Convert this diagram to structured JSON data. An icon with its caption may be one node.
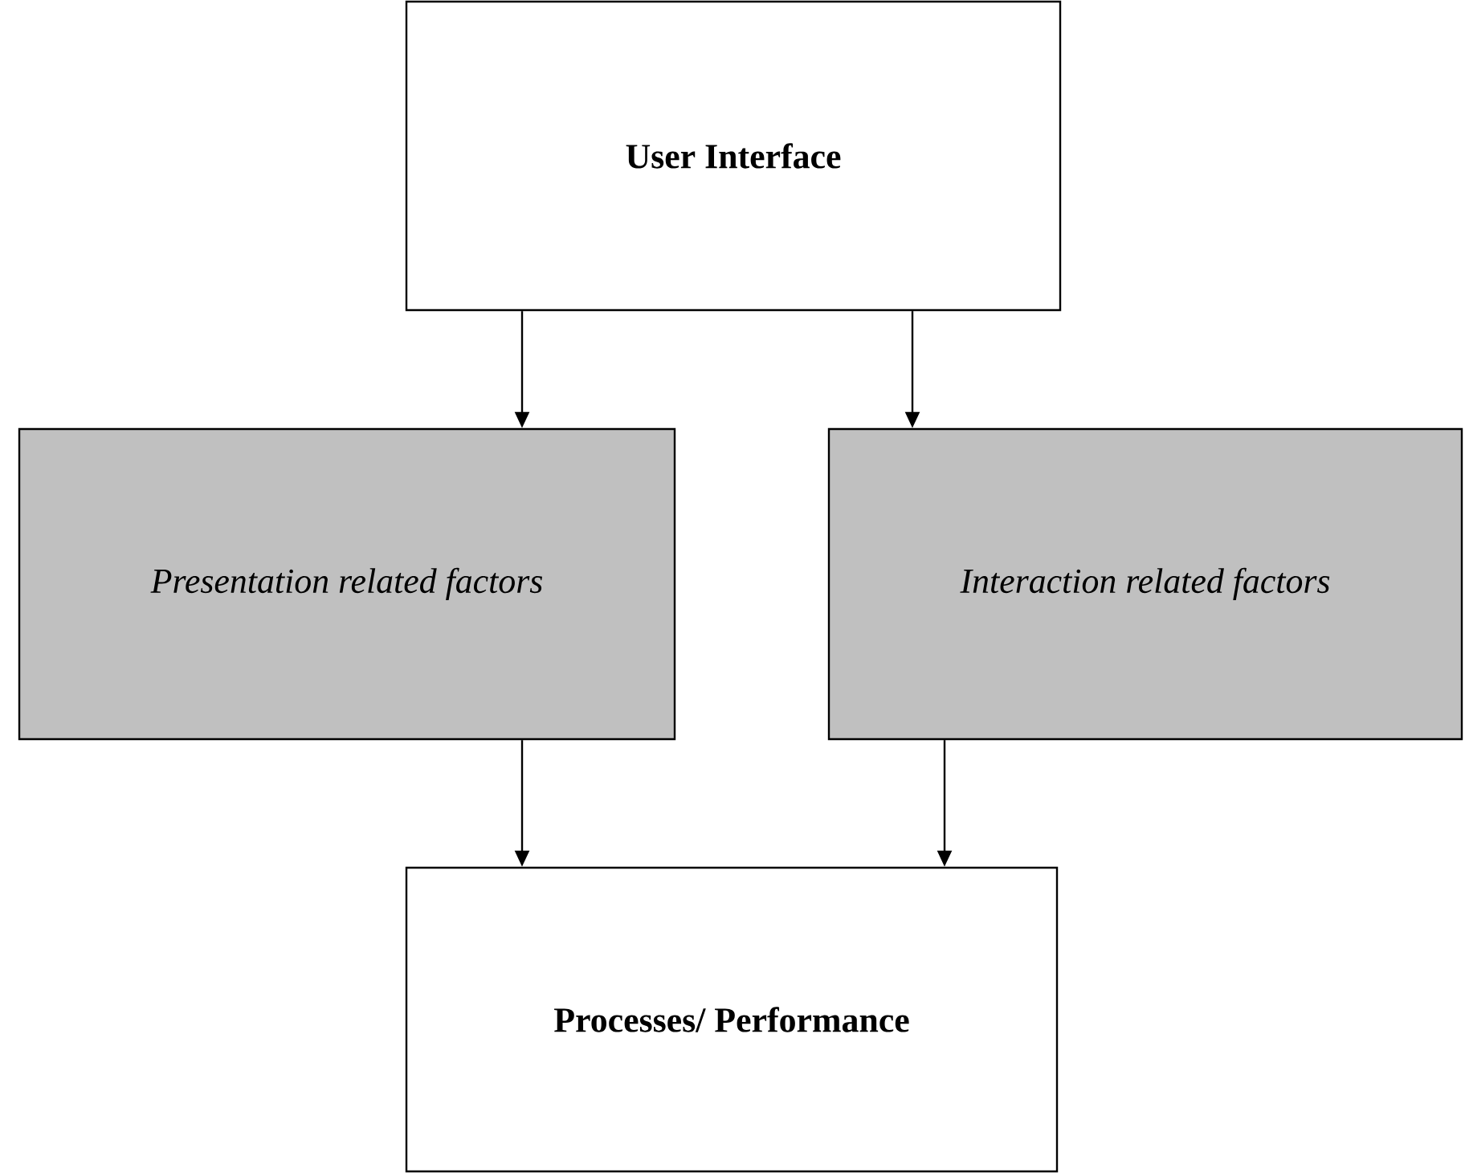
{
  "diagram": {
    "nodes": [
      {
        "text": [
          "User Interface"
        ]
      },
      {
        "text": [
          "Presentation related factors"
        ]
      },
      {
        "text": [
          "Interaction related factors"
        ]
      },
      {
        "text": [
          "Processes/ Performance"
        ]
      }
    ],
    "edges": [
      {
        "from": 0,
        "to": 1,
        "arrow": "to"
      },
      {
        "from": 0,
        "to": 2,
        "arrow": "to"
      },
      {
        "from": 1,
        "to": 3,
        "arrow": "to"
      },
      {
        "from": 2,
        "to": 3,
        "arrow": "to"
      }
    ]
  }
}
